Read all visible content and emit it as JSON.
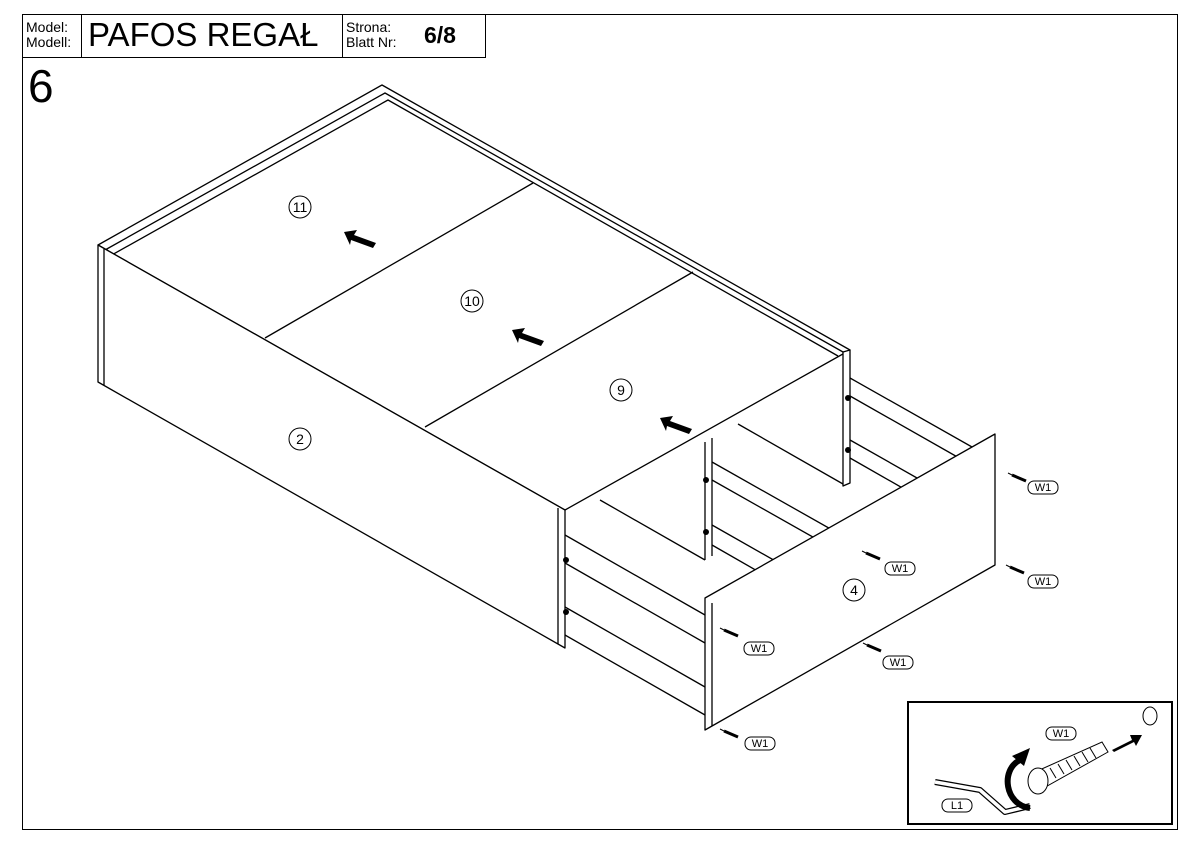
{
  "header": {
    "model_label_1": "Model:",
    "model_label_2": "Modell:",
    "model_name": "PAFOS REGAŁ",
    "page_label_1": "Strona:",
    "page_label_2": "Blatt Nr:",
    "page_number": "6/8"
  },
  "step_number": "6",
  "parts": {
    "p11": "11",
    "p10": "10",
    "p9": "9",
    "p2": "2",
    "p4": "4"
  },
  "screw_label": "W1",
  "detail": {
    "screw": "W1",
    "tool": "L1"
  }
}
